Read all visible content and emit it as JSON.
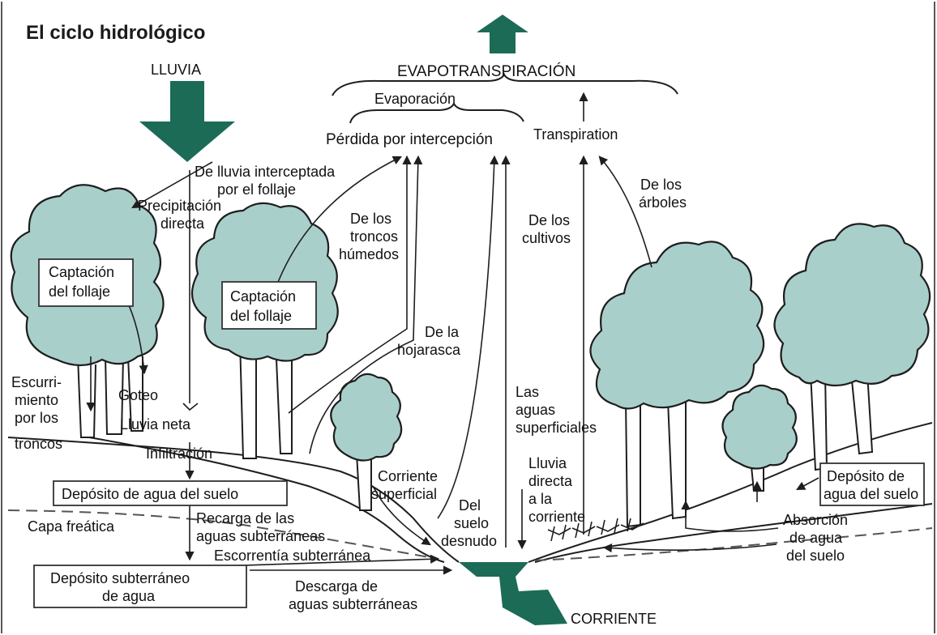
{
  "title": "El ciclo hidrológico",
  "colors": {
    "arrow_green": "#1c6b56",
    "tree_fill": "#a9cfcb",
    "line": "#1e1e1e"
  },
  "labels": {
    "lluvia": "LLUVIA",
    "evapotranspiracion": "EVAPOTRANSPIRACIÓN",
    "evaporacion": "Evaporación",
    "perdida_intercepcion": "Pérdida por intercepción",
    "transpiration": "Transpiration",
    "interceptada_1": "De lluvia interceptada",
    "interceptada_2": "por el follaje",
    "precipitacion_1": "Precipitación",
    "precipitacion_2": "directa",
    "captacion_left_1": "Captación",
    "captacion_left_2": "del follaje",
    "captacion_mid_1": "Captación",
    "captacion_mid_2": "del follaje",
    "troncos_humedos_1": "De los",
    "troncos_humedos_2": "troncos",
    "troncos_humedos_3": "húmedos",
    "hojarasca_1": "De la",
    "hojarasca_2": "hojarasca",
    "cultivos_1": "De los",
    "cultivos_2": "cultivos",
    "arboles_1": "De los",
    "arboles_2": "árboles",
    "escurrimiento_1": "Escurri-",
    "escurrimiento_2": "miento",
    "escurrimiento_3": "por los",
    "escurrimiento_4": "troncos",
    "goteo": "Goteo",
    "lluvia_neta": "Lluvia neta",
    "infiltracion": "Infiltración",
    "deposito_suelo_left": "Depósito de agua del suelo",
    "capa_freatica": "Capa freática",
    "recarga_1": "Recarga de las",
    "recarga_2": "aguas subterráneas",
    "escorrentia_sub": "Escorrentía subterránea",
    "deposito_sub_1": "Depósito subterráneo",
    "deposito_sub_2": "de agua",
    "descarga_1": "Descarga de",
    "descarga_2": "aguas subterráneas",
    "corriente_sup_1": "Corriente",
    "corriente_sup_2": "superficial",
    "suelo_desnudo_1": "Del",
    "suelo_desnudo_2": "suelo",
    "suelo_desnudo_3": "desnudo",
    "aguas_sup_1": "Las",
    "aguas_sup_2": "aguas",
    "aguas_sup_3": "superficiales",
    "lluvia_directa_1": "Lluvia",
    "lluvia_directa_2": "directa",
    "lluvia_directa_3": "a la",
    "lluvia_directa_4": "corriente",
    "deposito_suelo_right_1": "Depósito de",
    "deposito_suelo_right_2": "agua del suelo",
    "absorcion_1": "Absorción",
    "absorcion_2": "de agua",
    "absorcion_3": "del suelo",
    "corriente": "CORRIENTE"
  }
}
